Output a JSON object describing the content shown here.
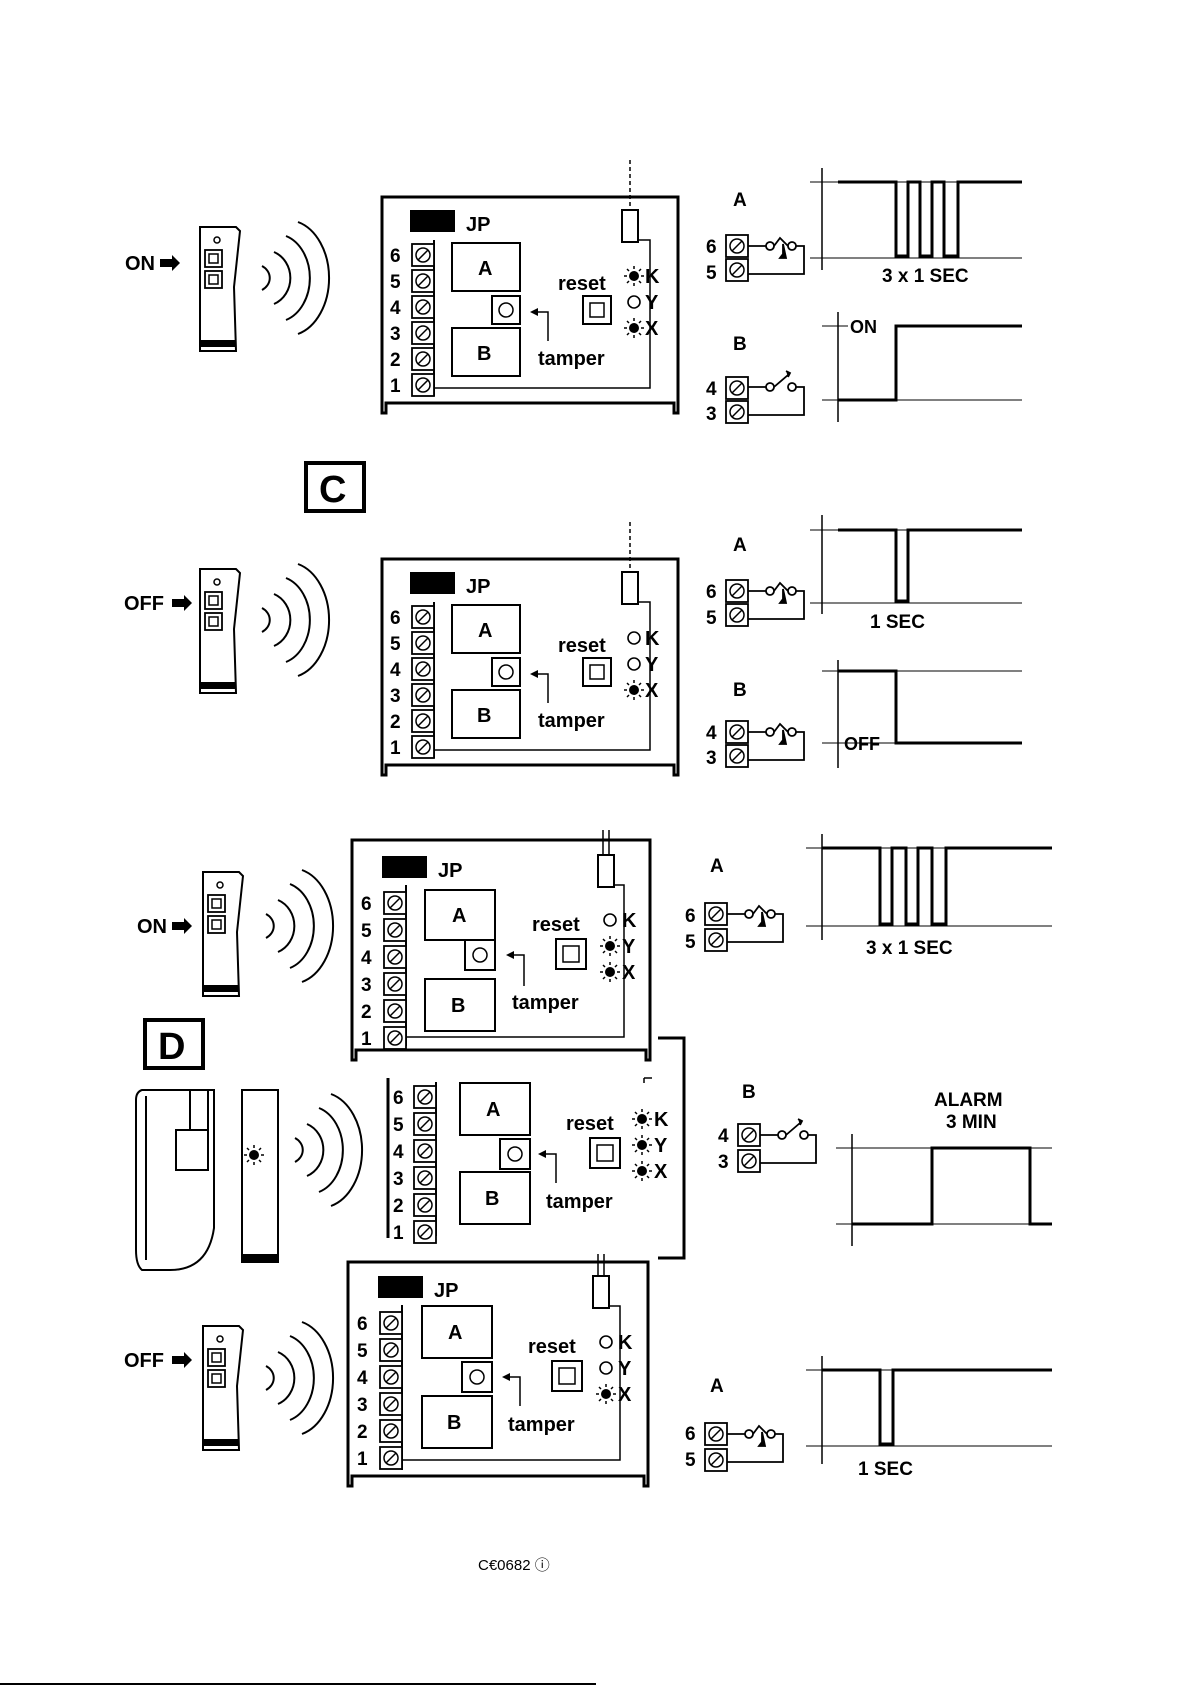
{
  "labels": {
    "on": "ON",
    "off": "OFF",
    "jp": "JP",
    "reset": "reset",
    "tamper": "tamper",
    "relay_a": "A",
    "relay_b": "B",
    "led_k": "K",
    "led_y": "Y",
    "led_x": "X",
    "t6": "6",
    "t5": "5",
    "t4": "4",
    "t3": "3",
    "t2": "2",
    "t1": "1"
  },
  "sections": {
    "c": "C",
    "d": "D"
  },
  "timing": {
    "three_pulses": "3 x 1 SEC",
    "one_pulse": "1 SEC",
    "on_marker": "ON",
    "off_marker": "OFF",
    "alarm_line1": "ALARM",
    "alarm_line2": "3 MIN"
  },
  "footer": {
    "certification": "C€0682 ⓘ"
  },
  "led_states": {
    "panel1": {
      "K": "on",
      "Y": "off",
      "X": "on"
    },
    "panel2": {
      "K": "off",
      "Y": "off",
      "X": "on"
    },
    "panel3": {
      "K": "off",
      "Y": "on",
      "X": "on"
    },
    "panel4": {
      "K": "on",
      "Y": "on",
      "X": "on"
    },
    "panel5": {
      "K": "off",
      "Y": "off",
      "X": "on"
    }
  },
  "colors": {
    "ink": "#000000",
    "paper": "#ffffff"
  }
}
